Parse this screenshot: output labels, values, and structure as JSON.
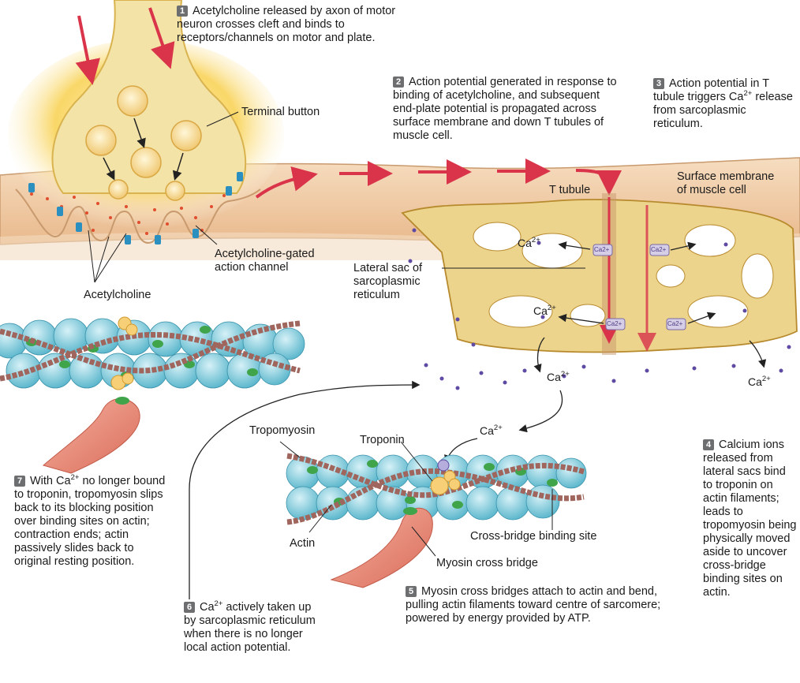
{
  "steps": {
    "s1": {
      "num": "1",
      "text": "Acetylcholine released by axon of motor neuron crosses cleft and binds to receptors/channels on motor and plate."
    },
    "s2": {
      "num": "2",
      "text": "Action potential generated in response to binding of acetylcholine, and subsequent end-plate potential is propagated across surface membrane and down T tubules of muscle cell."
    },
    "s3": {
      "num": "3",
      "pre": "Action potential in T tubule triggers Ca",
      "sup": "2+",
      "post": " release from sarcoplasmic reticulum."
    },
    "s4": {
      "num": "4",
      "text": "Calcium ions released from lateral sacs bind to troponin on actin filaments; leads to tropomyosin being physically moved aside to uncover cross-bridge binding sites on actin."
    },
    "s5": {
      "num": "5",
      "text": "Myosin cross bridges attach to actin and bend, pulling actin filaments toward centre of sarcomere; powered by energy provided by ATP."
    },
    "s6": {
      "num": "6",
      "pre": "Ca",
      "sup": "2+",
      "post": " actively taken up by sarcoplasmic reticulum when there is no longer local action potential."
    },
    "s7": {
      "num": "7",
      "pre": "With Ca",
      "sup": "2+",
      "post": " no longer bound to troponin, tropomyosin slips back to its blocking position over binding sites on actin; contraction ends; actin passively slides back to original resting position."
    }
  },
  "labels": {
    "terminal_button": "Terminal button",
    "ach_channel": "Acetylcholine-gated\naction channel",
    "acetylcholine": "Acetylcholine",
    "t_tubule": "T tubule",
    "surface_membrane": "Surface membrane\nof muscle cell",
    "lateral_sac": "Lateral sac of\nsarcoplasmic\nreticulum",
    "tropomyosin": "Tropomyosin",
    "troponin": "Troponin",
    "actin": "Actin",
    "cross_bridge_site": "Cross-bridge binding site",
    "myosin_bridge": "Myosin cross bridge",
    "ca": "Ca",
    "ca_sup": "2+",
    "ca_badge": "Ca2+"
  },
  "colors": {
    "neuron_glow": "#f7c94a",
    "terminal_fill": "#f3e3a6",
    "muscle_fill": "#f0c9a0",
    "sr_fill": "#ecd48c",
    "actin_bead": "#8fd3e2",
    "tropomyosin": "#a0665e",
    "binding_site": "#3fa44a",
    "myosin": "#e98a76",
    "calcium": "#5e4aa3",
    "arrow_red": "#d9344a",
    "step_badge": "#6d6e70"
  }
}
